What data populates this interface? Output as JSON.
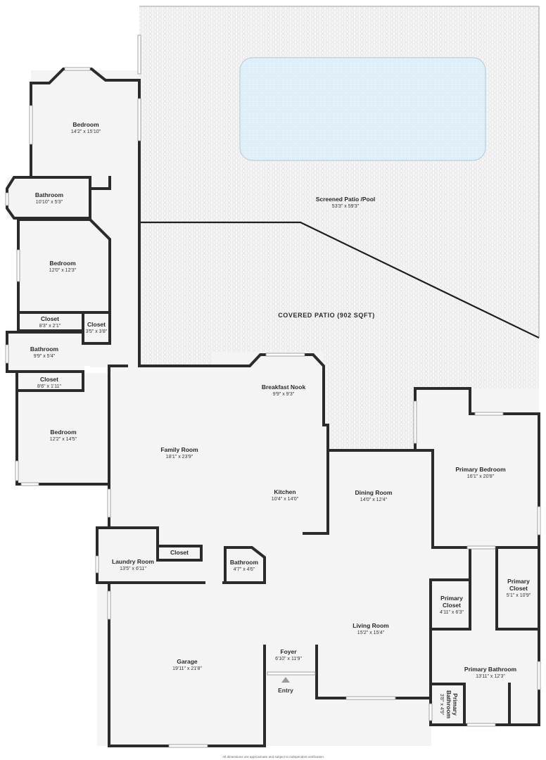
{
  "rooms": {
    "bedroom_top": {
      "name": "Bedroom",
      "dim": "14'2\" x 15'10\""
    },
    "bathroom_upper": {
      "name": "Bathroom",
      "dim": "10'10\" x 5'3\""
    },
    "bedroom_middle": {
      "name": "Bedroom",
      "dim": "12'0\" x 12'3\""
    },
    "closet_a": {
      "name": "Closet",
      "dim": "8'3\" x 2'1\""
    },
    "closet_b": {
      "name": "Closet",
      "dim": "3'5\" x 3'8\""
    },
    "bathroom_middle": {
      "name": "Bathroom",
      "dim": "9'9\" x 5'4\""
    },
    "closet_c": {
      "name": "Closet",
      "dim": "8'6\" x 1'11\""
    },
    "bedroom_lower": {
      "name": "Bedroom",
      "dim": "12'2\" x 14'5\""
    },
    "family_room": {
      "name": "Family Room",
      "dim": "18'1\" x 23'9\""
    },
    "breakfast_nook": {
      "name": "Breakfast Nook",
      "dim": "9'9\" x 9'3\""
    },
    "kitchen": {
      "name": "Kitchen",
      "dim": "10'4\" x 14'0\""
    },
    "dining_room": {
      "name": "Dining Room",
      "dim": "14'0\" x 12'4\""
    },
    "primary_bedroom": {
      "name": "Primary Bedroom",
      "dim": "16'1\" x 20'8\""
    },
    "laundry_room": {
      "name": "Laundry Room",
      "dim": "13'5\" x 6'11\""
    },
    "laundry_closet": {
      "name": "Closet"
    },
    "half_bath": {
      "name": "Bathroom",
      "dim": "4'7\" x 4'6\""
    },
    "primary_closet_right": {
      "name_line1": "Primary",
      "name_line2": "Closet",
      "dim": "5'1\" x 10'9\""
    },
    "primary_closet_left": {
      "name_line1": "Primary",
      "name_line2": "Closet",
      "dim": "4'11\" x 6'3\""
    },
    "living_room": {
      "name": "Living Room",
      "dim": "15'2\" x 15'4\""
    },
    "foyer": {
      "name": "Foyer",
      "dim": "6'10\" x 11'9\""
    },
    "garage": {
      "name": "Garage",
      "dim": "19'11\" x 21'8\""
    },
    "primary_bathroom": {
      "name": "Primary Bathroom",
      "dim": "13'11\" x 12'3\""
    },
    "primary_bathroom_small": {
      "name_line1": "Primary",
      "name_line2": "Bathroom",
      "dim": "3'8\" x 4'9\""
    }
  },
  "patio": {
    "screened": {
      "name": "Screened Patio /Pool",
      "dim": "53'3\" x 59'3\""
    },
    "covered": {
      "name": "COVERED PATIO (902 SQFT)"
    }
  },
  "entry": {
    "label": "Entry"
  },
  "footnote": "All dimensions are approximate and subject to independent verification",
  "colors": {
    "wall": "#2b2b2b",
    "floor": "#f4f4f4",
    "patio": "#f3f3f3",
    "pool": "#e4f3fb",
    "pool_border": "#b7d3e1",
    "window": "#ffffff"
  }
}
